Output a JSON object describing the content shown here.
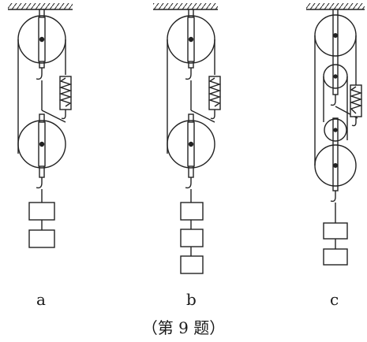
{
  "panels": [
    {
      "label": "a",
      "weights": 2
    },
    {
      "label": "b",
      "weights": 3
    },
    {
      "label": "c",
      "weights": 2
    }
  ],
  "caption": "（第 9 题）"
}
